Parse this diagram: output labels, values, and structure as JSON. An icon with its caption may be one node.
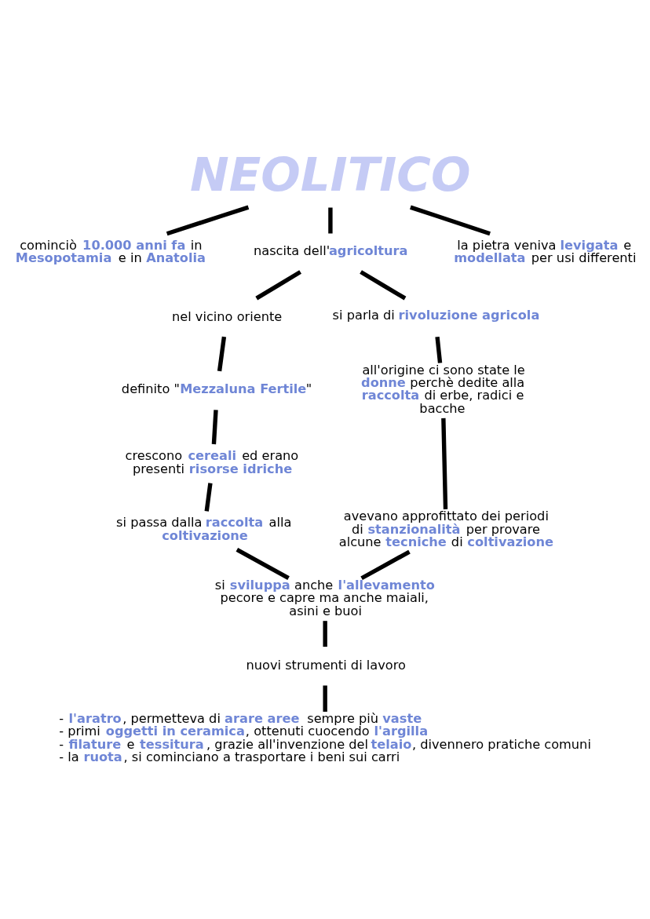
{
  "diagram": {
    "nodes": [
      {
        "text": [
          "NEOLITICO"
        ]
      },
      {
        "text": [
          "cominciò **10.000 anni fa** in **Mesopotamia** e in **Anatolia**"
        ]
      },
      {
        "text": [
          "nascita dell'**agricoltura**"
        ]
      },
      {
        "text": [
          "la pietra veniva **levigata** e **modellata** per usi differenti"
        ]
      },
      {
        "text": [
          "nel vicino oriente"
        ]
      },
      {
        "text": [
          "definito \"**Mezzaluna Fertile**\""
        ]
      },
      {
        "text": [
          "crescono **cereali** ed erano presenti **risorse idriche**"
        ]
      },
      {
        "text": [
          "si passa dalla **raccolta** alla **coltivazione**"
        ]
      },
      {
        "text": [
          "si parla di **rivoluzione agricola**"
        ]
      },
      {
        "text": [
          "all'origine ci sono state le **donne** perchè dedite alla **raccolta** di erbe, radici e bacche"
        ]
      },
      {
        "text": [
          "avevano approfittato dei periodi di **stanzionalità** per provare alcune **tecniche** di **coltivazione**"
        ]
      },
      {
        "text": [
          "si **sviluppa** anche **l'allevamento**",
          "pecore e capre ma anche maiali, asini e buoi"
        ]
      },
      {
        "text": [
          "nuovi strumenti di lavoro"
        ]
      },
      {
        "text": [
          "- **l'aratro**, permetteva di **arare aree** sempre più **vaste**",
          "- primi **oggetti in ceramica**, ottenuti cuocendo **l'argilla**",
          "- **filature** e **tessitura**, grazie all'invenzione del **telaio**, divennero pratiche comuni",
          "- la **ruota**, si cominciano a trasportare i beni sui carri"
        ]
      }
    ],
    "edges": [
      {
        "from": 0,
        "to": 1,
        "arrow": "none"
      },
      {
        "from": 0,
        "to": 2,
        "arrow": "none"
      },
      {
        "from": 0,
        "to": 3,
        "arrow": "none"
      },
      {
        "from": 2,
        "to": 4,
        "arrow": "none"
      },
      {
        "from": 4,
        "to": 5,
        "arrow": "none"
      },
      {
        "from": 5,
        "to": 6,
        "arrow": "none"
      },
      {
        "from": 6,
        "to": 7,
        "arrow": "none"
      },
      {
        "from": 2,
        "to": 8,
        "arrow": "none"
      },
      {
        "from": 8,
        "to": 9,
        "arrow": "none"
      },
      {
        "from": 9,
        "to": 10,
        "arrow": "none"
      },
      {
        "from": 7,
        "to": 11,
        "arrow": "none"
      },
      {
        "from": 10,
        "to": 11,
        "arrow": "none"
      },
      {
        "from": 11,
        "to": 12,
        "arrow": "none"
      },
      {
        "from": 12,
        "to": 13,
        "arrow": "none"
      }
    ]
  }
}
